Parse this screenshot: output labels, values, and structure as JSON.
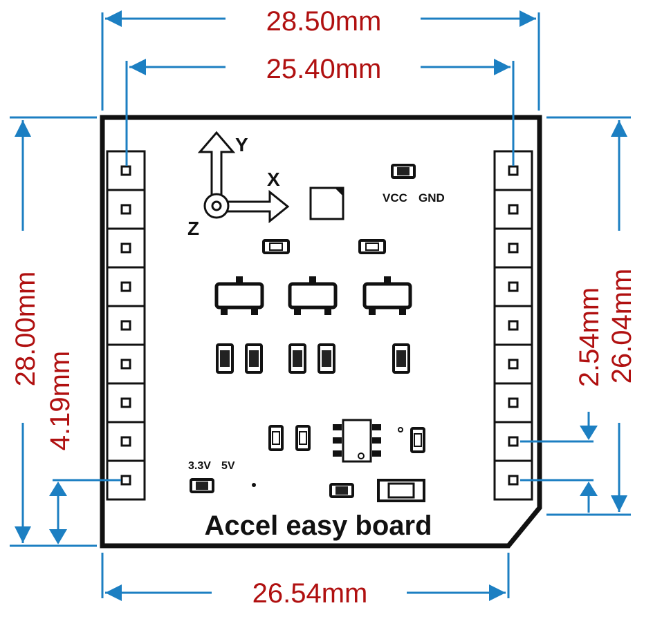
{
  "dimensions": {
    "top_outer": "28.50mm",
    "top_inner": "25.40mm",
    "bottom": "26.54mm",
    "left_outer": "28.00mm",
    "left_inner": "4.19mm",
    "right_outer": "26.04mm",
    "right_inner": "2.54mm"
  },
  "board": {
    "title": "Accel easy board",
    "axis_x": "X",
    "axis_y": "Y",
    "axis_z": "Z",
    "vcc": "VCC",
    "gnd": "GND",
    "v33": "3.3V",
    "v5": "5V"
  },
  "colors": {
    "dimension_text": "#b01010",
    "dimension_line": "#1c7fc2",
    "outline": "#111111"
  }
}
